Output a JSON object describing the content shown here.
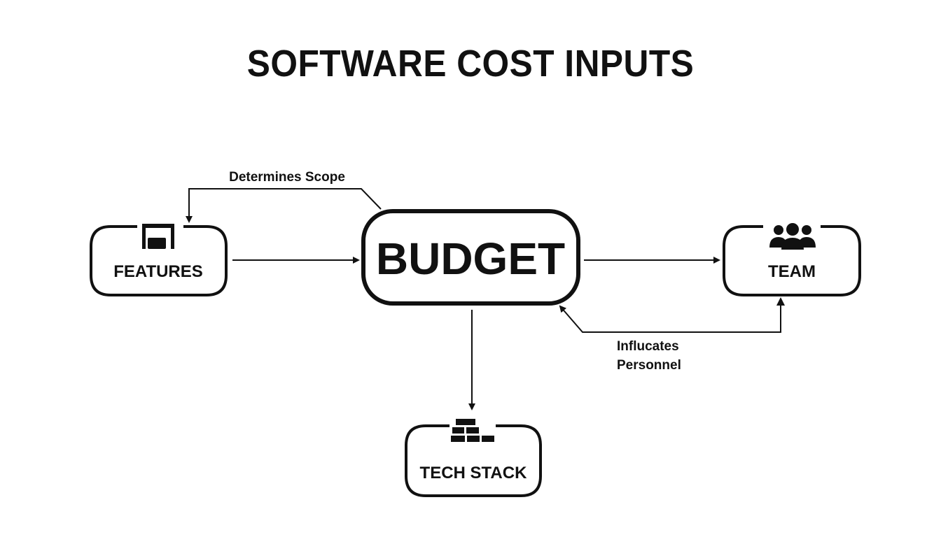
{
  "title": "SOFTWARE COST INPUTS",
  "nodes": {
    "budget": {
      "label": "BUDGET"
    },
    "features": {
      "label": "FEATURES",
      "icon": "folder-icon"
    },
    "team": {
      "label": "TEAM",
      "icon": "people-icon"
    },
    "tech_stack": {
      "label": "TECH STACK",
      "icon": "bricks-icon"
    }
  },
  "edges": {
    "budget_to_features": {
      "label": "Determines Scope"
    },
    "team_to_budget": {
      "label_line1": "Influcates",
      "label_line2": "Personnel"
    }
  },
  "colors": {
    "stroke": "#111111",
    "background": "#ffffff"
  }
}
